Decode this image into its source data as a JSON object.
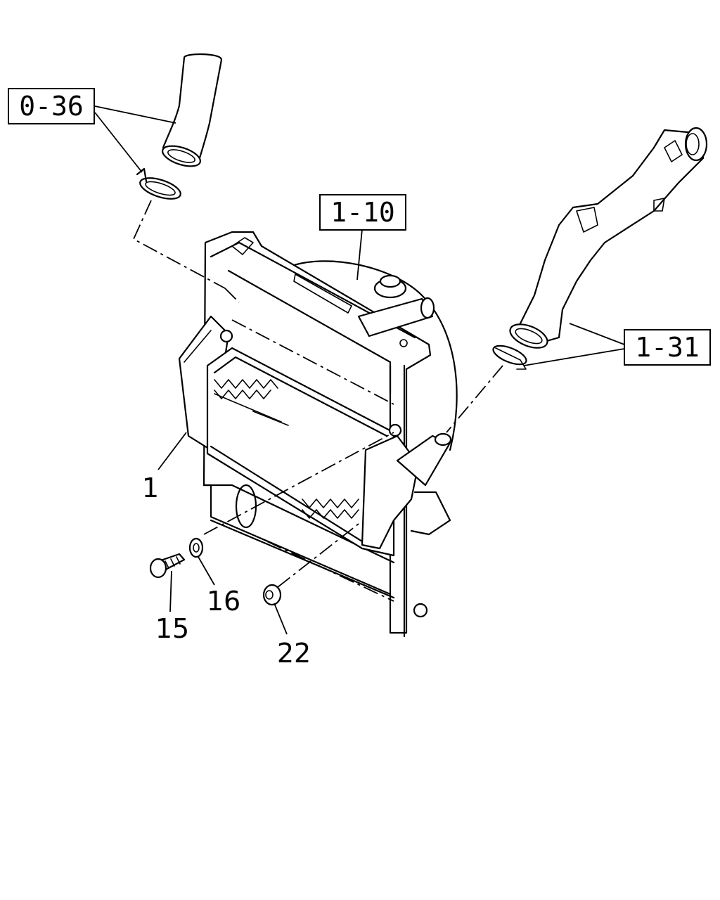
{
  "callouts": {
    "ref_0_36": "0-36",
    "ref_1_10": "1-10",
    "ref_1_31": "1-31",
    "part_1": "1",
    "part_15": "15",
    "part_16": "16",
    "part_22": "22"
  }
}
